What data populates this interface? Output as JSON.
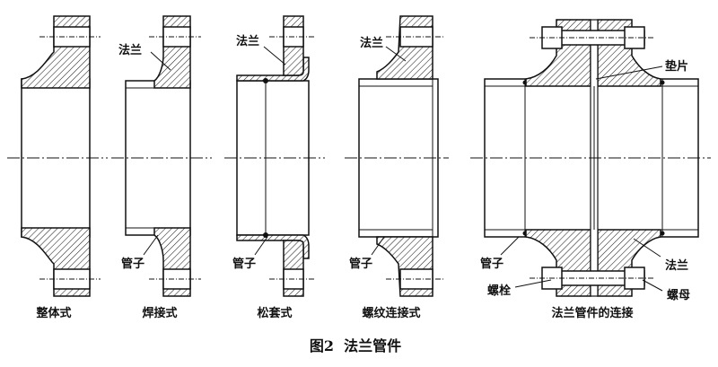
{
  "labels": {
    "flange": "法兰",
    "pipe": "管子",
    "gasket": "垫片",
    "bolt": "螺栓",
    "nut": "螺母"
  },
  "types": [
    {
      "caption": "整体式"
    },
    {
      "caption": "焊接式"
    },
    {
      "caption": "松套式"
    },
    {
      "caption": "螺纹连接式"
    },
    {
      "caption": "法兰管件的连接"
    }
  ],
  "figure_caption": "图2  法兰管件"
}
